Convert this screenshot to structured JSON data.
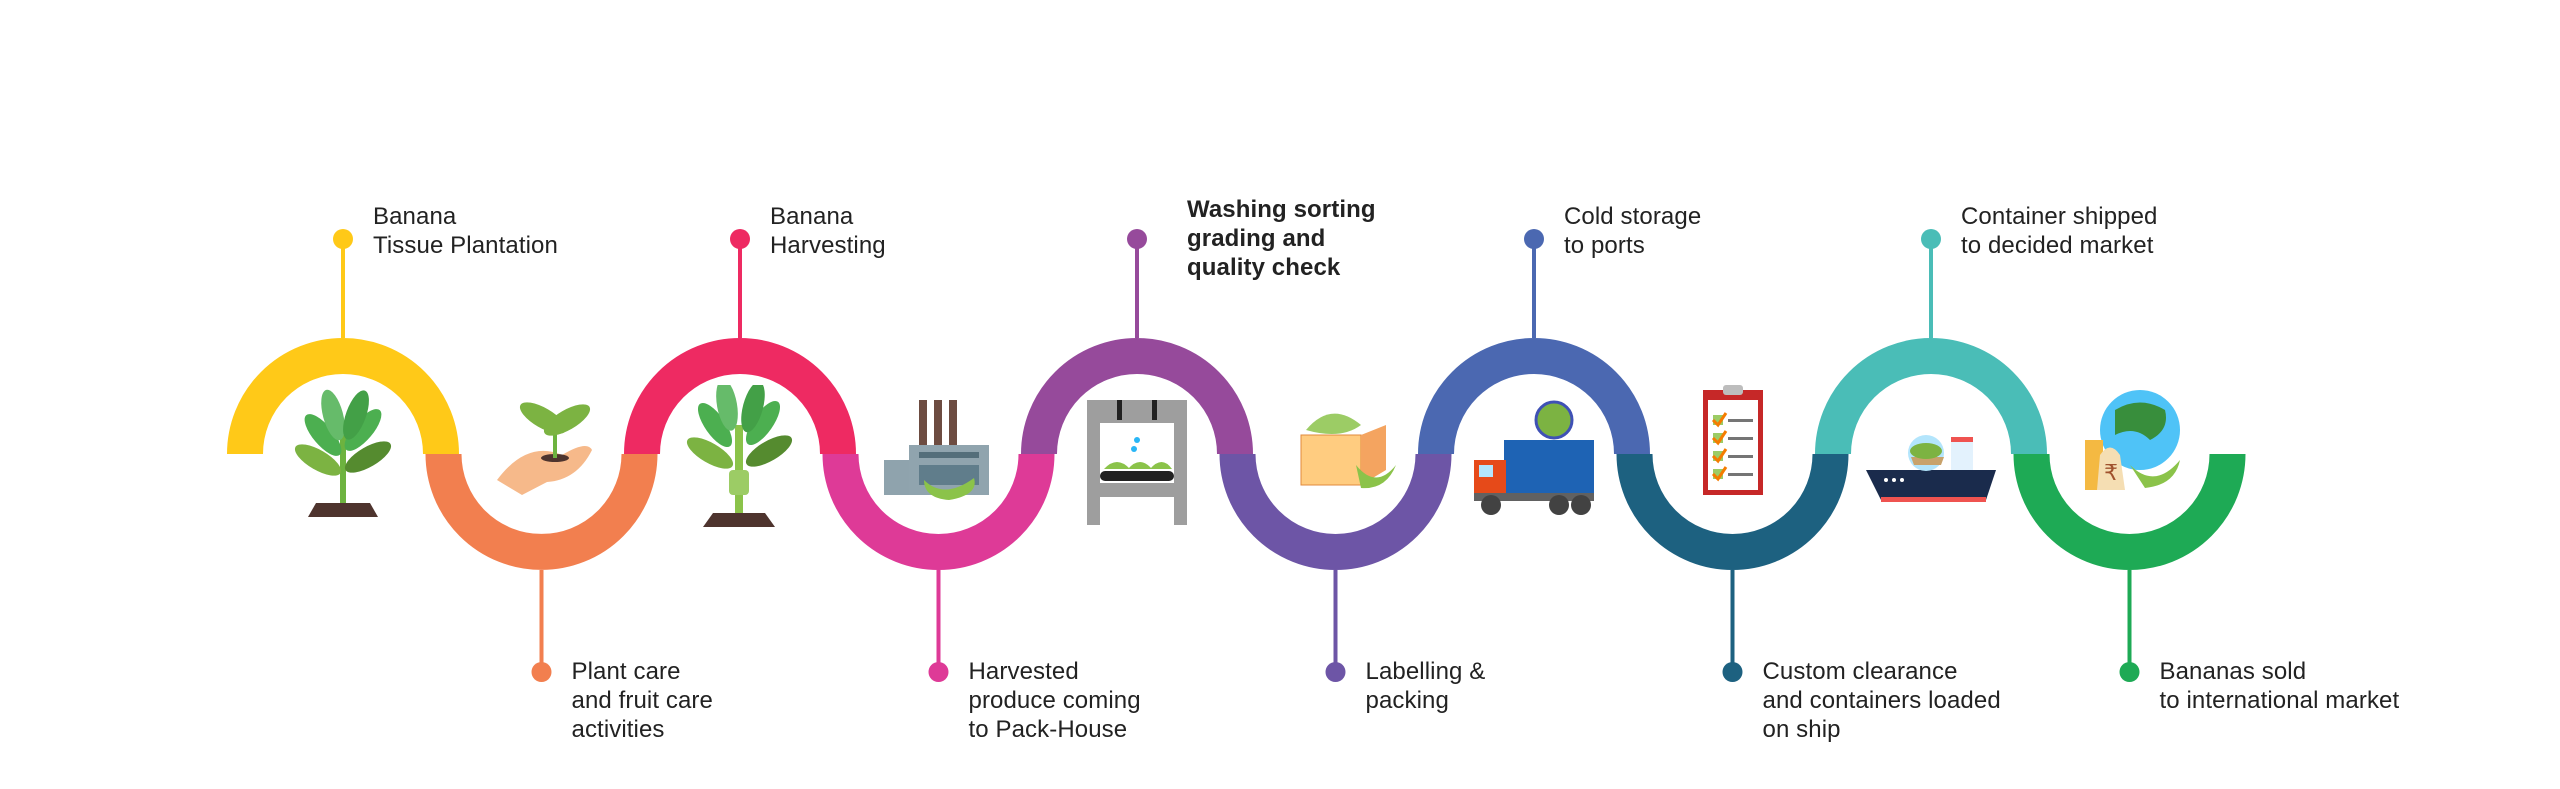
{
  "title": "Banana export supply chain process",
  "steps": [
    {
      "id": "tissue-plantation",
      "lines": [
        "Banana",
        "Tissue Plantation"
      ],
      "position": "top",
      "color": "#FFC918",
      "icon": "banana-plant-icon",
      "bold": false
    },
    {
      "id": "plant-care",
      "lines": [
        "Plant care",
        "and fruit care",
        "activities"
      ],
      "position": "bottom",
      "color": "#F27F4F",
      "icon": "hand-sapling-icon",
      "bold": false
    },
    {
      "id": "harvesting",
      "lines": [
        "Banana",
        "Harvesting"
      ],
      "position": "top",
      "color": "#EE2A62",
      "icon": "fruiting-banana-plant-icon",
      "bold": false
    },
    {
      "id": "pack-house",
      "lines": [
        "Harvested",
        "produce coming",
        "to Pack-House"
      ],
      "position": "bottom",
      "color": "#DE3A97",
      "icon": "factory-icon",
      "bold": false
    },
    {
      "id": "washing",
      "lines": [
        "Washing sorting",
        "grading and",
        "quality check"
      ],
      "position": "top",
      "color": "#964A9B",
      "icon": "washing-machine-icon",
      "bold": true
    },
    {
      "id": "labelling",
      "lines": [
        "Labelling &",
        "packing"
      ],
      "position": "bottom",
      "color": "#6D55A6",
      "icon": "packing-box-icon",
      "bold": false
    },
    {
      "id": "cold-storage",
      "lines": [
        "Cold storage",
        "to ports"
      ],
      "position": "top",
      "color": "#4B68B1",
      "icon": "reefer-truck-icon",
      "bold": false
    },
    {
      "id": "custom-clearance",
      "lines": [
        "Custom clearance",
        "and containers loaded",
        "on ship"
      ],
      "position": "bottom",
      "color": "#1D6180",
      "icon": "checklist-clipboard-icon",
      "bold": false
    },
    {
      "id": "container-shipped",
      "lines": [
        "Container shipped",
        "to decided market"
      ],
      "position": "top",
      "color": "#4ABDB7",
      "icon": "cargo-ship-icon",
      "bold": false
    },
    {
      "id": "bananas-sold",
      "lines": [
        "Bananas sold",
        "to international market"
      ],
      "position": "bottom",
      "color": "#1EAA55",
      "icon": "globe-money-icon",
      "bold": false
    }
  ]
}
